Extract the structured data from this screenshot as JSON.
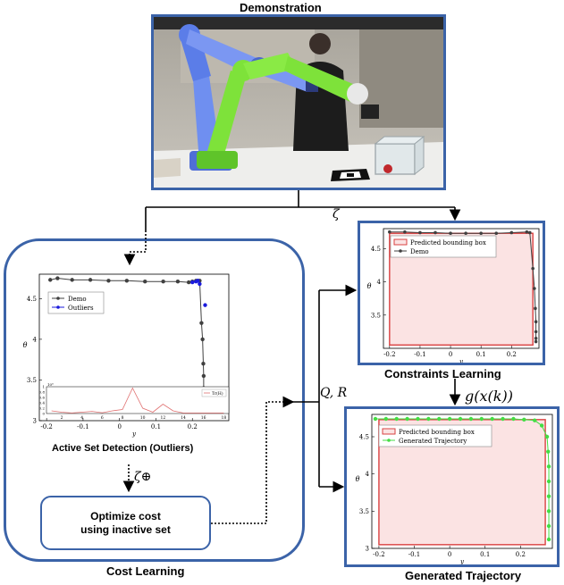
{
  "titles": {
    "demonstration": "Demonstration",
    "constraints_learning": "Constraints Learning",
    "cost_learning": "Cost Learning",
    "generated_trajectory": "Generated Trajectory",
    "active_set": "Active Set Detection (Outliers)"
  },
  "math": {
    "zeta": "ζ",
    "zeta_plus": "ζ⊕",
    "q_r": "Q, R",
    "g_x_k": "g(x(k))"
  },
  "optimize_box": {
    "line1": "Optimize cost",
    "line2": "using inactive set"
  },
  "colors": {
    "frame_blue": "#3b63a8",
    "bbox_red": "#d94040",
    "bbox_fill": "#fbe3e3",
    "outlier_blue": "#1a1adc",
    "traj_green": "#44dd44"
  },
  "photo": {
    "icons": [
      "robot-arm-blue",
      "robot-arm-green",
      "person",
      "glass-box",
      "fiducial-marker",
      "red-ball"
    ]
  },
  "chart_data": [
    {
      "id": "active_set",
      "type": "line",
      "xlabel": "y",
      "ylabel": "θ",
      "xlim": [
        -0.22,
        0.3
      ],
      "ylim": [
        3,
        4.8
      ],
      "xticks": [
        "-0.2",
        "-0.1",
        "0",
        "0.1",
        "0.2"
      ],
      "yticks": [
        "3",
        "3.5",
        "4",
        "4.5"
      ],
      "legend": [
        "Demo",
        "Outliers"
      ],
      "series": [
        {
          "name": "Demo",
          "color": "#404040",
          "x": [
            -0.19,
            -0.17,
            -0.13,
            -0.08,
            -0.03,
            0.02,
            0.07,
            0.12,
            0.16,
            0.19,
            0.2,
            0.21,
            0.215,
            0.22,
            0.225,
            0.228,
            0.23,
            0.231,
            0.231,
            0.232,
            0.232,
            0.233
          ],
          "y": [
            4.73,
            4.75,
            4.73,
            4.73,
            4.72,
            4.72,
            4.71,
            4.71,
            4.71,
            4.7,
            4.71,
            4.72,
            4.72,
            4.72,
            4.2,
            4.0,
            3.7,
            3.55,
            3.4,
            3.3,
            3.25,
            3.2
          ]
        },
        {
          "name": "Outliers",
          "color": "#1a1adc",
          "x": [
            0.2,
            0.21,
            0.215,
            0.22,
            0.235
          ],
          "y": [
            4.7,
            4.71,
            4.72,
            4.68,
            4.42
          ]
        }
      ],
      "inset": {
        "legend": "Tr(H)",
        "xticks": [
          "2",
          "4",
          "6",
          "8",
          "10",
          "12",
          "14",
          "16",
          "18"
        ],
        "yticks": [
          "0",
          "0.2",
          "0.4",
          "0.6",
          "0.8",
          "1"
        ],
        "exponent": "10⁶",
        "x": [
          1,
          2,
          3,
          4,
          5,
          6,
          7,
          8,
          9,
          10,
          11,
          12,
          13,
          14,
          15,
          16,
          17,
          18
        ],
        "values": [
          0.1,
          0.05,
          0.02,
          0.05,
          0.08,
          0.03,
          0.1,
          0.15,
          0.95,
          0.2,
          0.05,
          0.35,
          0.1,
          0.02,
          0.02,
          0.02,
          0.02,
          0.02
        ]
      }
    },
    {
      "id": "constraints_learning",
      "type": "line",
      "xlabel": "y",
      "ylabel": "θ",
      "xlim": [
        -0.22,
        0.29
      ],
      "ylim": [
        3,
        4.8
      ],
      "xticks": [
        "-0.2",
        "-0.1",
        "0",
        "0.1",
        "0.2"
      ],
      "yticks": [
        "3.5",
        "4",
        "4.5"
      ],
      "legend": [
        "Predicted bounding box",
        "Demo"
      ],
      "bounding_box": {
        "x": [
          -0.2,
          0.27
        ],
        "y": [
          3.05,
          4.73
        ]
      },
      "series": [
        {
          "name": "Demo",
          "color": "#404040",
          "x": [
            -0.2,
            -0.15,
            -0.1,
            -0.05,
            0,
            0.05,
            0.1,
            0.15,
            0.2,
            0.25,
            0.26,
            0.27,
            0.275,
            0.278,
            0.28,
            0.28,
            0.28,
            0.28
          ],
          "y": [
            4.75,
            4.75,
            4.74,
            4.74,
            4.73,
            4.73,
            4.73,
            4.73,
            4.74,
            4.75,
            4.74,
            4.2,
            3.9,
            3.6,
            3.4,
            3.25,
            3.15,
            3.1
          ]
        }
      ]
    },
    {
      "id": "generated_trajectory",
      "type": "line",
      "xlabel": "y",
      "ylabel": "θ",
      "xlim": [
        -0.22,
        0.29
      ],
      "ylim": [
        3,
        4.8
      ],
      "xticks": [
        "-0.2",
        "-0.1",
        "0",
        "0.1",
        "0.2"
      ],
      "yticks": [
        "3",
        "3.5",
        "4",
        "4.5"
      ],
      "legend": [
        "Predicted bounding box",
        "Generated Trajectory"
      ],
      "bounding_box": {
        "x": [
          -0.2,
          0.27
        ],
        "y": [
          3.05,
          4.73
        ]
      },
      "series": [
        {
          "name": "Generated Trajectory",
          "color": "#44dd44",
          "x": [
            -0.21,
            -0.18,
            -0.15,
            -0.12,
            -0.09,
            -0.06,
            -0.03,
            0,
            0.03,
            0.06,
            0.09,
            0.12,
            0.15,
            0.18,
            0.21,
            0.24,
            0.26,
            0.275,
            0.278,
            0.28,
            0.28,
            0.28,
            0.28,
            0.28,
            0.28
          ],
          "y": [
            4.74,
            4.74,
            4.74,
            4.74,
            4.74,
            4.74,
            4.74,
            4.74,
            4.74,
            4.74,
            4.74,
            4.74,
            4.74,
            4.74,
            4.73,
            4.72,
            4.65,
            4.5,
            4.3,
            4.1,
            3.9,
            3.7,
            3.5,
            3.3,
            3.12
          ]
        }
      ]
    }
  ]
}
